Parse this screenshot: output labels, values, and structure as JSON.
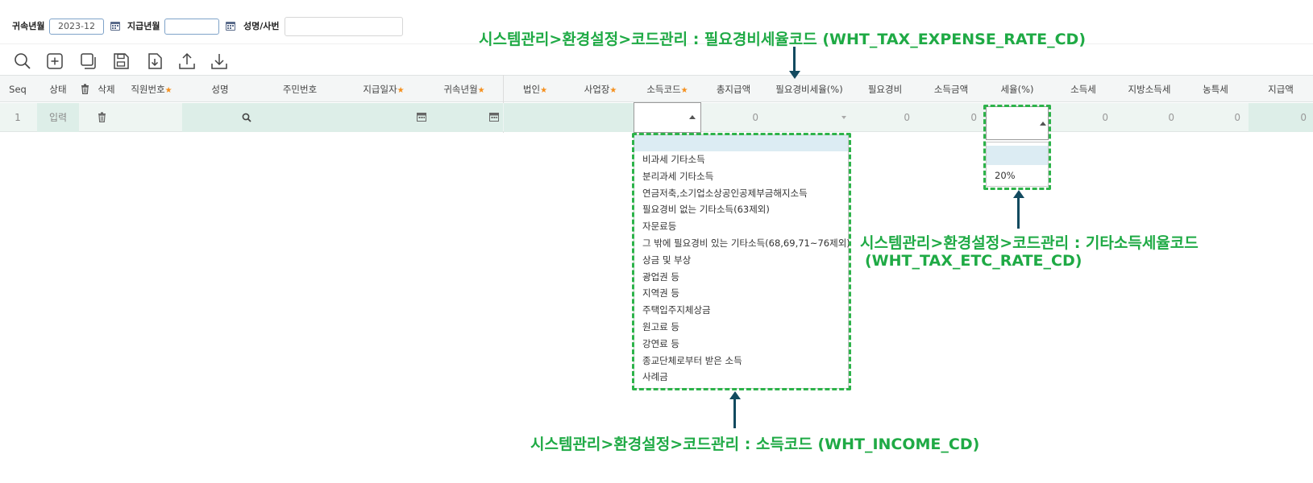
{
  "search": {
    "period_label": "귀속년월",
    "period_value": "2023-12",
    "pay_month_label": "지급년월",
    "pay_month_value": "",
    "name_label": "성명/사번",
    "name_value": ""
  },
  "toolbar": {
    "icons": [
      "search-icon",
      "add-icon",
      "copy-icon",
      "save-icon",
      "import-icon",
      "upload-icon",
      "download-icon"
    ]
  },
  "grid": {
    "headers": {
      "seq": "Seq",
      "status": "상태",
      "delete": "삭제",
      "emp_no": "직원번호",
      "name": "성명",
      "resident_no": "주민번호",
      "pay_date": "지급일자",
      "period": "귀속년월",
      "corp": "법인",
      "site": "사업장",
      "income_code": "소득코드",
      "total_pay": "총지급액",
      "expense_rate": "필요경비세율(%)",
      "expense": "필요경비",
      "income_amt": "소득금액",
      "tax_rate": "세율(%)",
      "income_tax": "소득세",
      "local_tax": "지방소득세",
      "rural_tax": "농특세",
      "net_pay": "지급액"
    },
    "required_mark": "★",
    "row": {
      "seq": "1",
      "status": "입력",
      "total_pay": "0",
      "expense": "0",
      "income_amt": "0",
      "income_tax": "0",
      "local_tax": "0",
      "rural_tax": "0",
      "net_pay": "0"
    }
  },
  "income_code_options": [
    "비과세 기타소득",
    "분리과세 기타소득",
    "연금저축,소기업소상공인공제부금해지소득",
    "필요경비 없는 기타소득(63제외)",
    "자문료등",
    "그 밖에 필요경비 있는 기타소득(68,69,71~76제외)",
    "상금 및 부상",
    "광업권 등",
    "지역권 등",
    "주택입주지체상금",
    "원고료 등",
    "강연료 등",
    "종교단체로부터 받은 소득",
    "사례금"
  ],
  "tax_rate_options": [
    "20%"
  ],
  "annotations": {
    "expense_rate": "시스템관리>환경설정>코드관리 : 필요경비세율코드 (WHT_TAX_EXPENSE_RATE_CD)",
    "tax_rate_line1": "시스템관리>환경설정>코드관리 : 기타소득세율코드",
    "tax_rate_line2": "(WHT_TAX_ETC_RATE_CD)",
    "income_code": "시스템관리>환경설정>코드관리 : 소득코드 (WHT_INCOME_CD)"
  },
  "colors": {
    "annotation_green": "#1faa45",
    "arrow": "#124a5f",
    "required": "#f5901e"
  }
}
